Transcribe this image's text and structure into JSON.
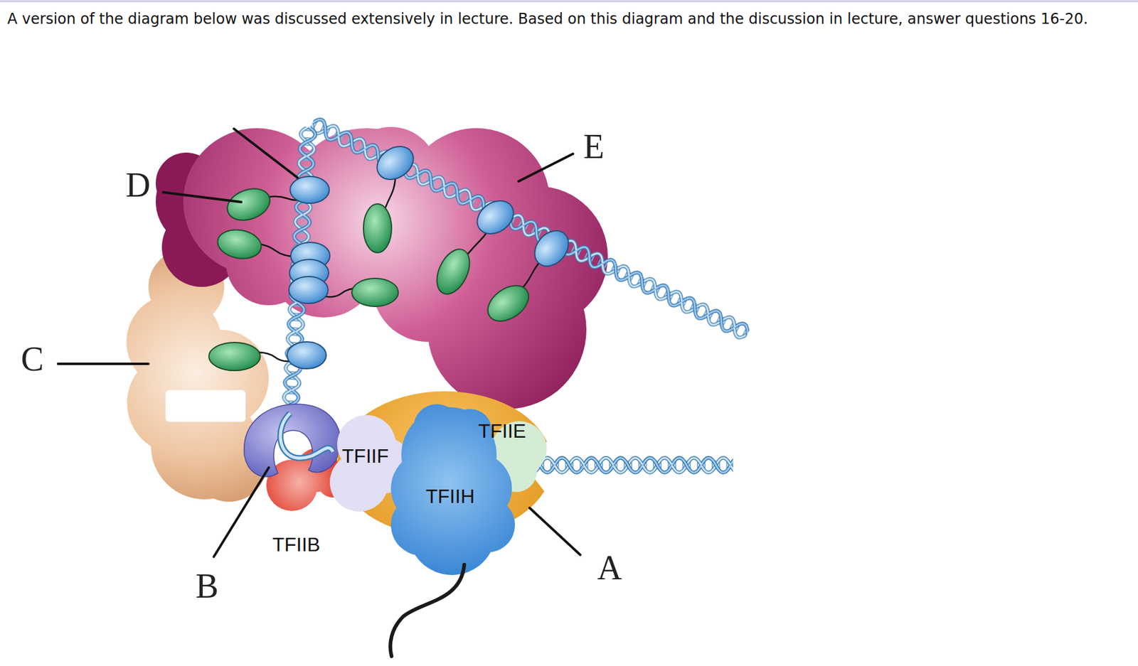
{
  "diagram": {
    "title": "A version of the diagram below was discussed extensively in lecture. Based on this diagram and the discussion in lecture, answer questions 16-20.",
    "nodes": [
      {
        "text": [
          "TFIIE"
        ]
      },
      {
        "text": [
          "TFIIF"
        ]
      },
      {
        "text": [
          "TFIIH"
        ]
      },
      {
        "text": [
          "TFIIB"
        ]
      }
    ],
    "labels": [
      "E",
      "D",
      "C",
      "A",
      "B"
    ]
  }
}
